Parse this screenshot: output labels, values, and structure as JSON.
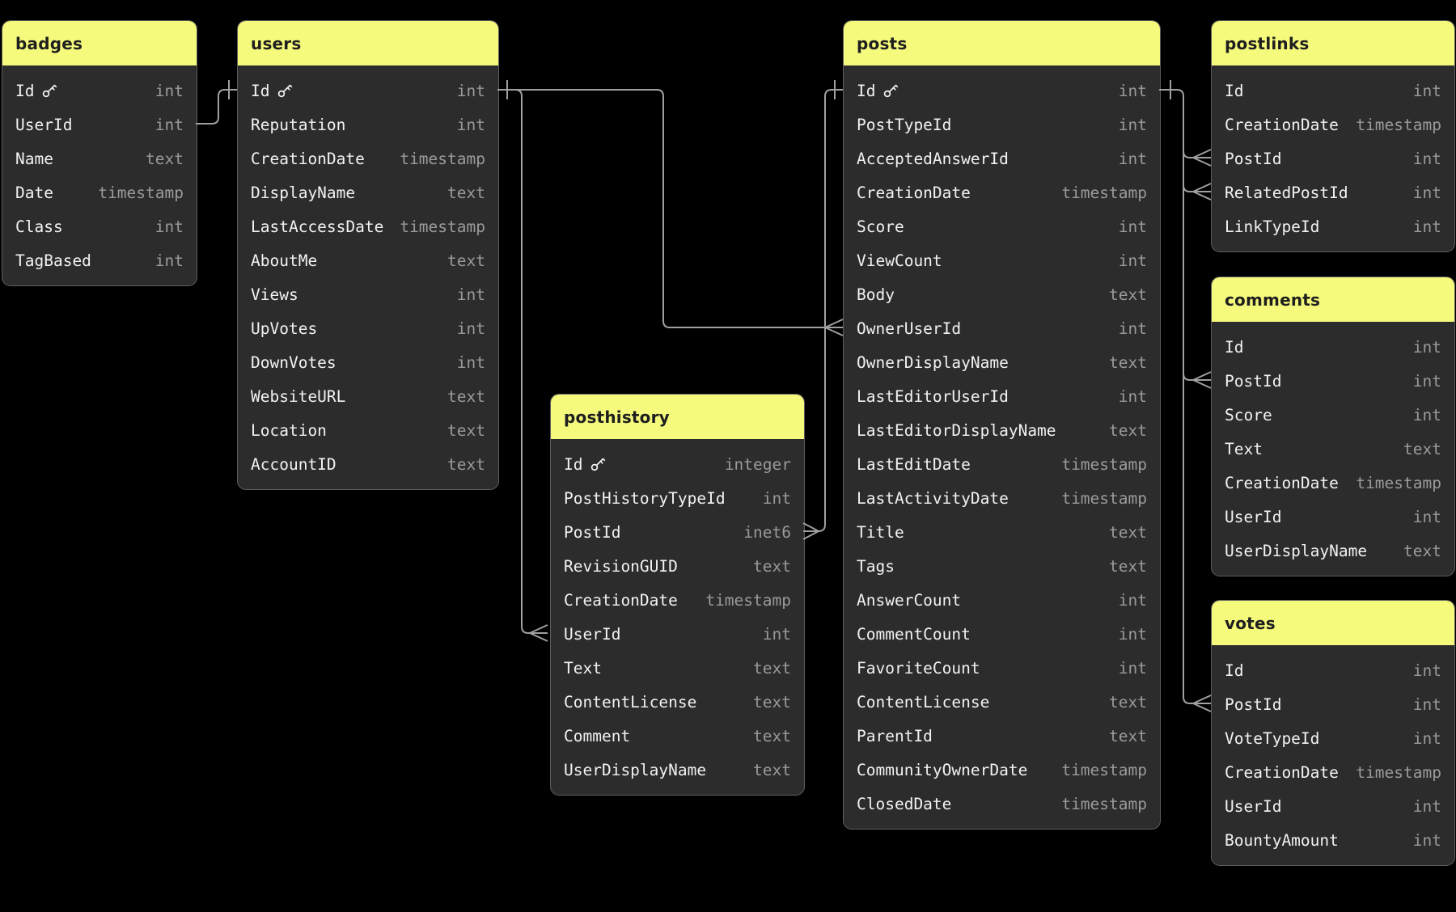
{
  "colors": {
    "canvas_bg": "#000000",
    "header_yellow": "#f5f97c",
    "table_body": "#2c2c2c",
    "table_border": "#5e5e5e",
    "title_text": "#1e1e1e",
    "field_name": "#f2f2f2",
    "field_type": "#9a9a9a",
    "wire": "#a0a0a0"
  },
  "tables": [
    {
      "name": "badges",
      "fields": [
        {
          "name": "Id",
          "type": "int",
          "primary_key": true
        },
        {
          "name": "UserId",
          "type": "int"
        },
        {
          "name": "Name",
          "type": "text"
        },
        {
          "name": "Date",
          "type": "timestamp"
        },
        {
          "name": "Class",
          "type": "int"
        },
        {
          "name": "TagBased",
          "type": "int"
        }
      ]
    },
    {
      "name": "users",
      "fields": [
        {
          "name": "Id",
          "type": "int",
          "primary_key": true
        },
        {
          "name": "Reputation",
          "type": "int"
        },
        {
          "name": "CreationDate",
          "type": "timestamp"
        },
        {
          "name": "DisplayName",
          "type": "text"
        },
        {
          "name": "LastAccessDate",
          "type": "timestamp"
        },
        {
          "name": "AboutMe",
          "type": "text"
        },
        {
          "name": "Views",
          "type": "int"
        },
        {
          "name": "UpVotes",
          "type": "int"
        },
        {
          "name": "DownVotes",
          "type": "int"
        },
        {
          "name": "WebsiteURL",
          "type": "text"
        },
        {
          "name": "Location",
          "type": "text"
        },
        {
          "name": "AccountID",
          "type": "text"
        }
      ]
    },
    {
      "name": "posthistory",
      "fields": [
        {
          "name": "Id",
          "type": "integer",
          "primary_key": true
        },
        {
          "name": "PostHistoryTypeId",
          "type": "int"
        },
        {
          "name": "PostId",
          "type": "inet6"
        },
        {
          "name": "RevisionGUID",
          "type": "text"
        },
        {
          "name": "CreationDate",
          "type": "timestamp"
        },
        {
          "name": "UserId",
          "type": "int"
        },
        {
          "name": "Text",
          "type": "text"
        },
        {
          "name": "ContentLicense",
          "type": "text"
        },
        {
          "name": "Comment",
          "type": "text"
        },
        {
          "name": "UserDisplayName",
          "type": "text"
        }
      ]
    },
    {
      "name": "posts",
      "fields": [
        {
          "name": "Id",
          "type": "int",
          "primary_key": true
        },
        {
          "name": "PostTypeId",
          "type": "int"
        },
        {
          "name": "AcceptedAnswerId",
          "type": "int"
        },
        {
          "name": "CreationDate",
          "type": "timestamp"
        },
        {
          "name": "Score",
          "type": "int"
        },
        {
          "name": "ViewCount",
          "type": "int"
        },
        {
          "name": "Body",
          "type": "text"
        },
        {
          "name": "OwnerUserId",
          "type": "int"
        },
        {
          "name": "OwnerDisplayName",
          "type": "text"
        },
        {
          "name": "LastEditorUserId",
          "type": "int"
        },
        {
          "name": "LastEditorDisplayName",
          "type": "text"
        },
        {
          "name": "LastEditDate",
          "type": "timestamp"
        },
        {
          "name": "LastActivityDate",
          "type": "timestamp"
        },
        {
          "name": "Title",
          "type": "text"
        },
        {
          "name": "Tags",
          "type": "text"
        },
        {
          "name": "AnswerCount",
          "type": "int"
        },
        {
          "name": "CommentCount",
          "type": "int"
        },
        {
          "name": "FavoriteCount",
          "type": "int"
        },
        {
          "name": "ContentLicense",
          "type": "text"
        },
        {
          "name": "ParentId",
          "type": "text"
        },
        {
          "name": "CommunityOwnerDate",
          "type": "timestamp"
        },
        {
          "name": "ClosedDate",
          "type": "timestamp"
        }
      ]
    },
    {
      "name": "postlinks",
      "fields": [
        {
          "name": "Id",
          "type": "int"
        },
        {
          "name": "CreationDate",
          "type": "timestamp"
        },
        {
          "name": "PostId",
          "type": "int"
        },
        {
          "name": "RelatedPostId",
          "type": "int"
        },
        {
          "name": "LinkTypeId",
          "type": "int"
        }
      ]
    },
    {
      "name": "comments",
      "fields": [
        {
          "name": "Id",
          "type": "int"
        },
        {
          "name": "PostId",
          "type": "int"
        },
        {
          "name": "Score",
          "type": "int"
        },
        {
          "name": "Text",
          "type": "text"
        },
        {
          "name": "CreationDate",
          "type": "timestamp"
        },
        {
          "name": "UserId",
          "type": "int"
        },
        {
          "name": "UserDisplayName",
          "type": "text"
        }
      ]
    },
    {
      "name": "votes",
      "fields": [
        {
          "name": "Id",
          "type": "int"
        },
        {
          "name": "PostId",
          "type": "int"
        },
        {
          "name": "VoteTypeId",
          "type": "int"
        },
        {
          "name": "CreationDate",
          "type": "timestamp"
        },
        {
          "name": "UserId",
          "type": "int"
        },
        {
          "name": "BountyAmount",
          "type": "int"
        }
      ]
    }
  ],
  "relationships": [
    {
      "one": "users.Id",
      "many": "badges.UserId",
      "one_marker": "tick",
      "many_marker": "none"
    },
    {
      "one": "users.Id",
      "many": "posts.OwnerUserId",
      "one_marker": "tick",
      "many_marker": "crow-foot"
    },
    {
      "one": "users.Id",
      "many": "posthistory.UserId",
      "one_marker": "tick",
      "many_marker": "crow-foot"
    },
    {
      "one": "posts.Id",
      "many": "posthistory.PostId",
      "one_marker": "tick",
      "many_marker": "crow-foot"
    },
    {
      "one": "posts.Id",
      "many": "postlinks.PostId",
      "one_marker": "tick",
      "many_marker": "crow-foot"
    },
    {
      "one": "posts.Id",
      "many": "postlinks.RelatedPostId",
      "one_marker": "tick",
      "many_marker": "crow-foot"
    },
    {
      "one": "posts.Id",
      "many": "comments.PostId",
      "one_marker": "tick",
      "many_marker": "crow-foot"
    },
    {
      "one": "posts.Id",
      "many": "votes.PostId",
      "one_marker": "tick",
      "many_marker": "crow-foot"
    }
  ]
}
